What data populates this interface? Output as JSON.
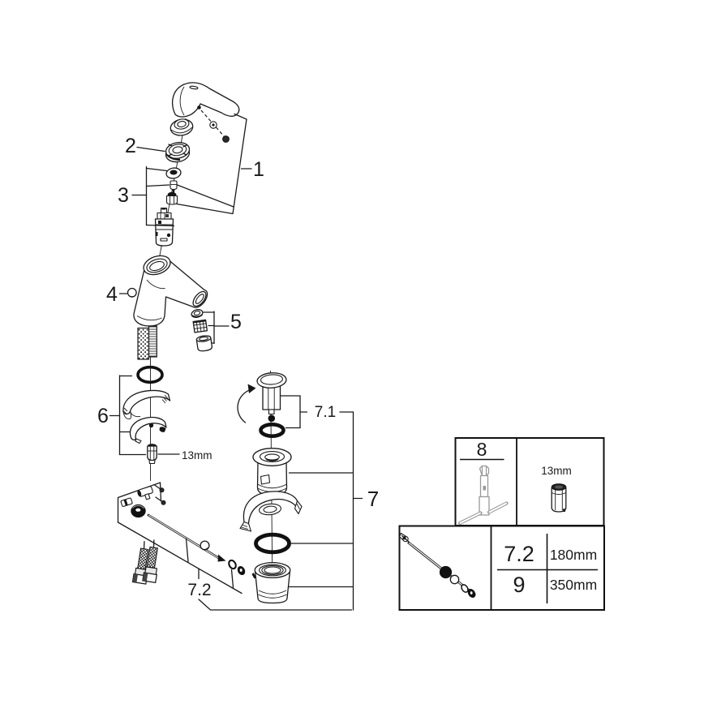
{
  "diagram": {
    "background_color": "#ffffff",
    "line_color": "#1a1a1a",
    "callouts": {
      "c1": "1",
      "c2": "2",
      "c3": "3",
      "c4": "4",
      "c5": "5",
      "c6": "6",
      "c7": "7",
      "c7_1": "7.1",
      "c7_2": "7.2"
    },
    "labels": {
      "nut_size": "13mm"
    },
    "legend": {
      "tool_box": {
        "callout": "8",
        "socket_size": "13mm"
      },
      "size_table": {
        "rows": [
          {
            "part": "7.2",
            "length": "180mm"
          },
          {
            "part": "9",
            "length": "350mm"
          }
        ]
      }
    }
  }
}
